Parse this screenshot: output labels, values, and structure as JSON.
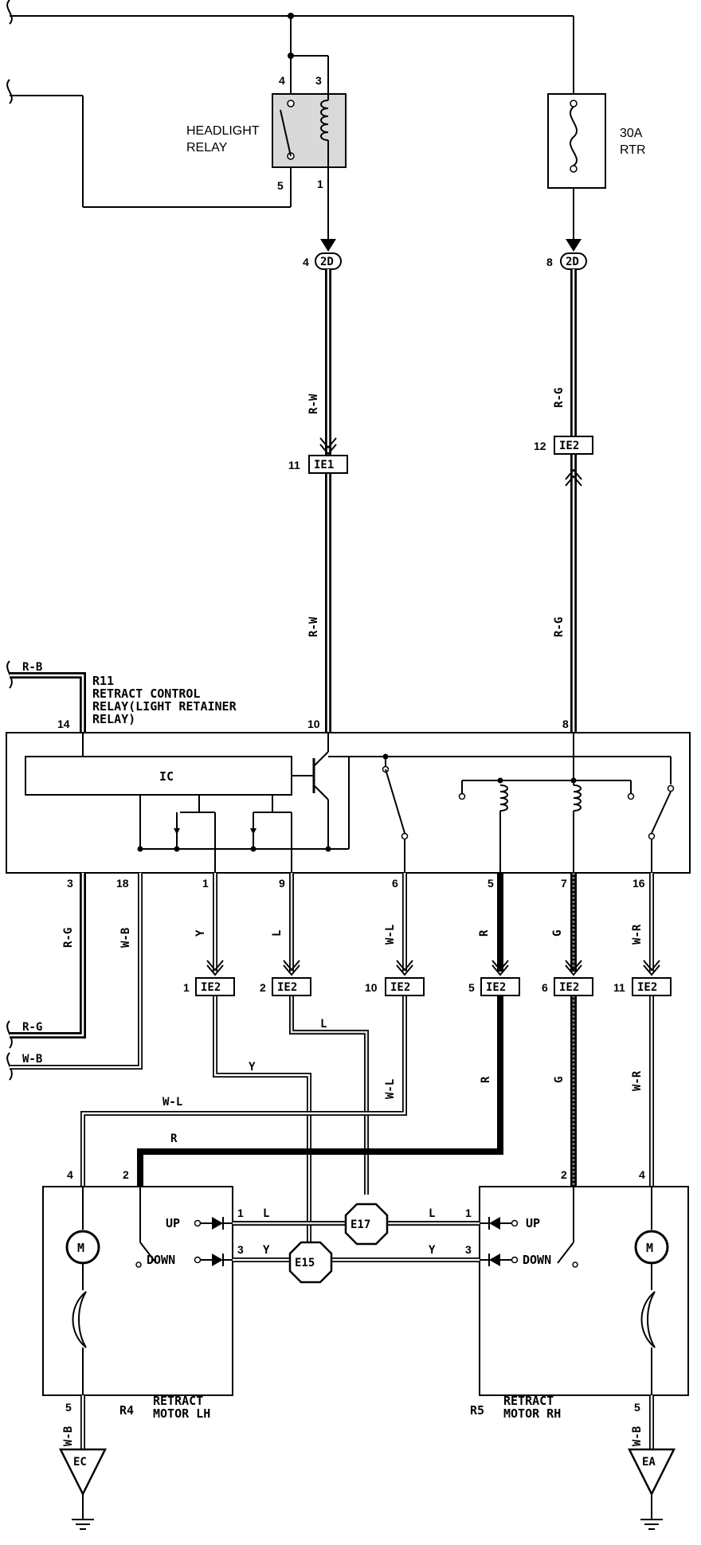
{
  "relay_headlight": {
    "line1": "HEADLIGHT",
    "line2": "RELAY",
    "pins": [
      "4",
      "3",
      "5",
      "1"
    ]
  },
  "fuse": {
    "line1": "30A",
    "line2": "RTR"
  },
  "connectors": {
    "c2d_left": {
      "pin": "4",
      "name": "2D"
    },
    "c2d_right": {
      "pin": "8",
      "name": "2D"
    },
    "ie1_top": {
      "pin": "11",
      "name": "IE1"
    },
    "ie2_top": {
      "pin": "12",
      "name": "IE2"
    },
    "ie2_1": {
      "pin": "1",
      "name": "IE2"
    },
    "ie2_2": {
      "pin": "2",
      "name": "IE2"
    },
    "ie2_10": {
      "pin": "10",
      "name": "IE2"
    },
    "ie2_5": {
      "pin": "5",
      "name": "IE2"
    },
    "ie2_6": {
      "pin": "6",
      "name": "IE2"
    },
    "ie2_11": {
      "pin": "11",
      "name": "IE2"
    }
  },
  "wire_colors": {
    "rw": "R-W",
    "rg": "R-G",
    "rb": "R-B",
    "wb": "W-B",
    "y": "Y",
    "l": "L",
    "wl": "W-L",
    "r": "R",
    "g": "G",
    "wr": "W-R"
  },
  "retract_relay": {
    "id": "R11",
    "line1": "RETRACT CONTROL",
    "line2": "RELAY(LIGHT RETAINER",
    "line3": "RELAY)",
    "ic_label": "IC",
    "top_pins": [
      "14",
      "10",
      "8"
    ],
    "bottom_pins": [
      "3",
      "18",
      "1",
      "9",
      "6",
      "5",
      "7",
      "16"
    ]
  },
  "splices": {
    "e17": "E17",
    "e15": "E15"
  },
  "motor_lh": {
    "id": "R4",
    "line1": "RETRACT",
    "line2": "MOTOR LH",
    "pins": [
      "4",
      "2",
      "1",
      "3",
      "5"
    ],
    "up": "UP",
    "down": "DOWN",
    "motor": "M"
  },
  "motor_rh": {
    "id": "R5",
    "line1": "RETRACT",
    "line2": "MOTOR RH",
    "pins": [
      "2",
      "4",
      "1",
      "3",
      "5"
    ],
    "up": "UP",
    "down": "DOWN",
    "motor": "M"
  },
  "grounds": {
    "left": "EC",
    "right": "EA"
  }
}
